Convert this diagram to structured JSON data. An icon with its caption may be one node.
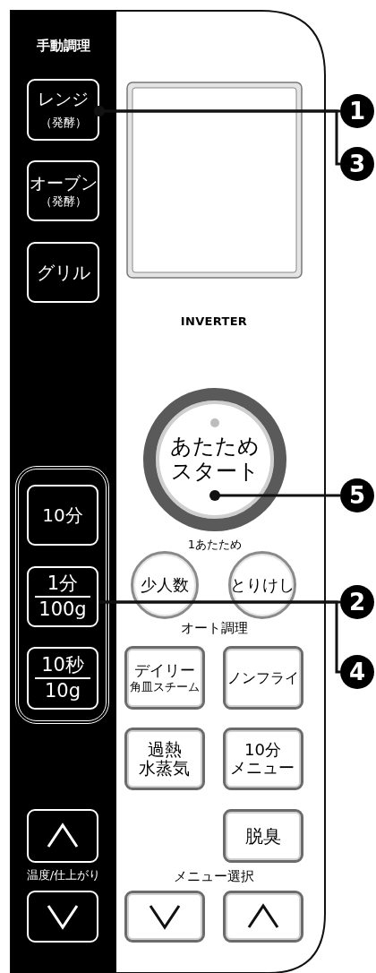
{
  "diagram": {
    "nodes": [
      {
        "text": [
          "レンジ",
          "（発酵）"
        ]
      },
      {
        "text": [
          "オーブン",
          "（発酵）"
        ]
      },
      {
        "text": [
          "グリル"
        ]
      },
      {
        "text": [],
        "shape": "box"
      },
      {
        "text": [
          "10分"
        ],
        "in": 3
      },
      {
        "text": [
          "1分",
          "100g"
        ],
        "in": 3
      },
      {
        "text": [
          "10秒",
          "10g"
        ],
        "in": 3
      },
      {
        "text": [
          "あたためスタート"
        ]
      },
      {
        "text": [
          "少人数"
        ]
      },
      {
        "text": [
          "とりけし"
        ]
      },
      {
        "text": [
          "デイリー",
          "角皿スチーム"
        ]
      },
      {
        "text": [
          "ノンフライ"
        ]
      },
      {
        "text": [
          "過熱水蒸気"
        ]
      },
      {
        "text": [
          "10分メニュー"
        ]
      },
      {
        "text": [
          "脱臭"
        ]
      },
      {
        "text": [],
        "shape": "box"
      },
      {
        "text": [],
        "shape": "box"
      },
      {
        "text": [],
        "shape": "box"
      },
      {
        "text": [],
        "shape": "box"
      },
      {
        "text": [
          "1"
        ]
      },
      {
        "text": [
          "3"
        ]
      },
      {
        "text": [
          "2"
        ]
      },
      {
        "text": [
          "4"
        ]
      },
      {
        "text": [
          "5"
        ]
      }
    ],
    "edges": [
      {
        "from": 19,
        "to": 0,
        "arrow": "other"
      },
      {
        "from": 20,
        "to": 0,
        "arrow": "other"
      },
      {
        "from": 21,
        "to": 5,
        "arrow": "none"
      },
      {
        "from": 22,
        "to": 5,
        "arrow": "none"
      },
      {
        "from": 23,
        "to": 7,
        "arrow": "other"
      }
    ],
    "labels": [
      "手動調理",
      "INVERTER",
      "1あたため",
      "オート調理",
      "温度/仕上がり",
      "メニュー選択"
    ]
  }
}
